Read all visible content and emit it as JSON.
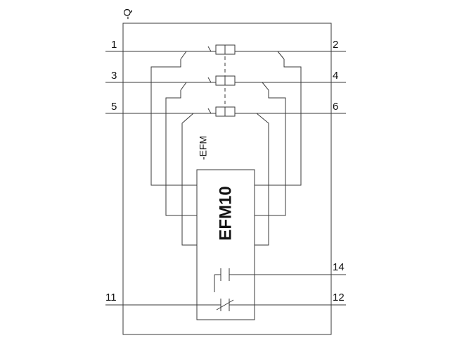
{
  "device": {
    "breaker_tag": "-Q",
    "module_tag": "-EFM",
    "module_name": "EFM10"
  },
  "terminals": {
    "t1": "1",
    "t2": "2",
    "t3": "3",
    "t4": "4",
    "t5": "5",
    "t6": "6",
    "t11": "11",
    "t12": "12",
    "t14": "14"
  }
}
